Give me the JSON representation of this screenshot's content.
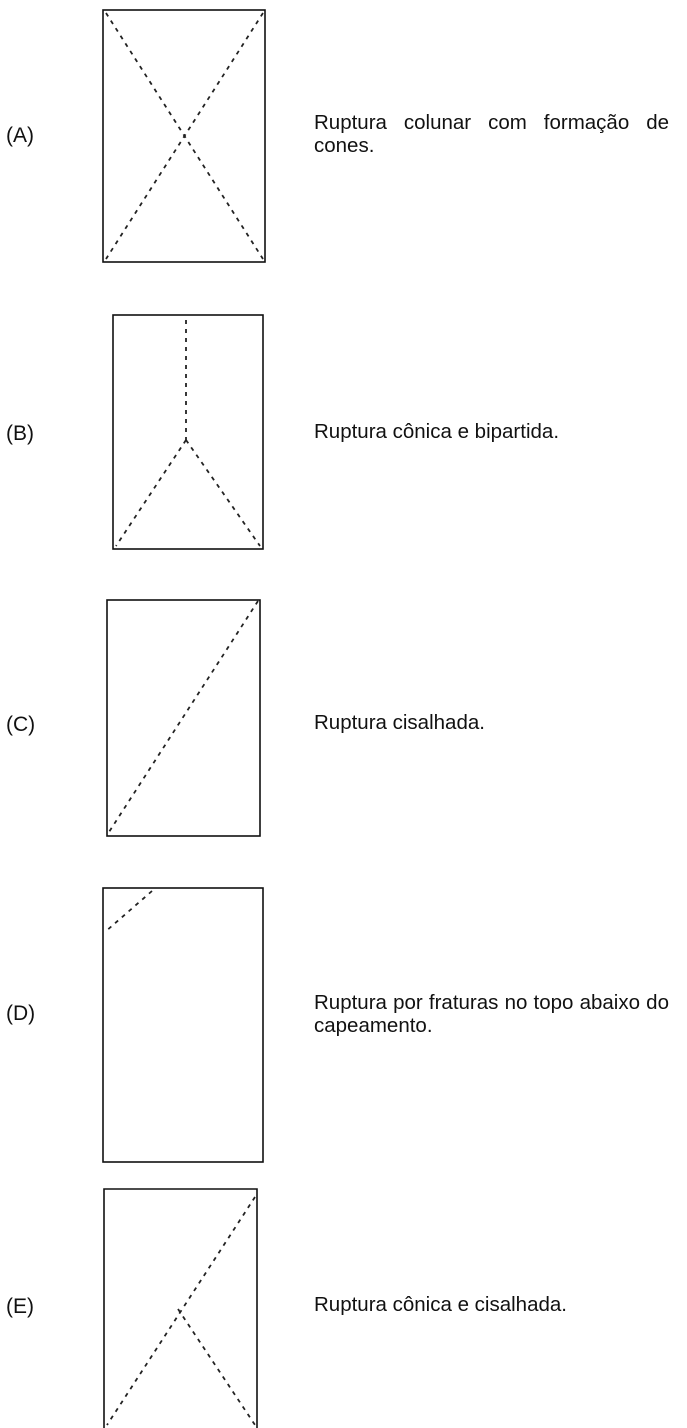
{
  "items": [
    {
      "label": "(A)",
      "description": "Ruptura colunar com formação de cones."
    },
    {
      "label": "(B)",
      "description": "Ruptura cônica e bipartida."
    },
    {
      "label": "(C)",
      "description": "Ruptura cisalhada."
    },
    {
      "label": "(D)",
      "description": "Ruptura por fraturas no topo abaixo do capeamento."
    },
    {
      "label": "(E)",
      "description": "Ruptura cônica e cisalhada."
    }
  ]
}
